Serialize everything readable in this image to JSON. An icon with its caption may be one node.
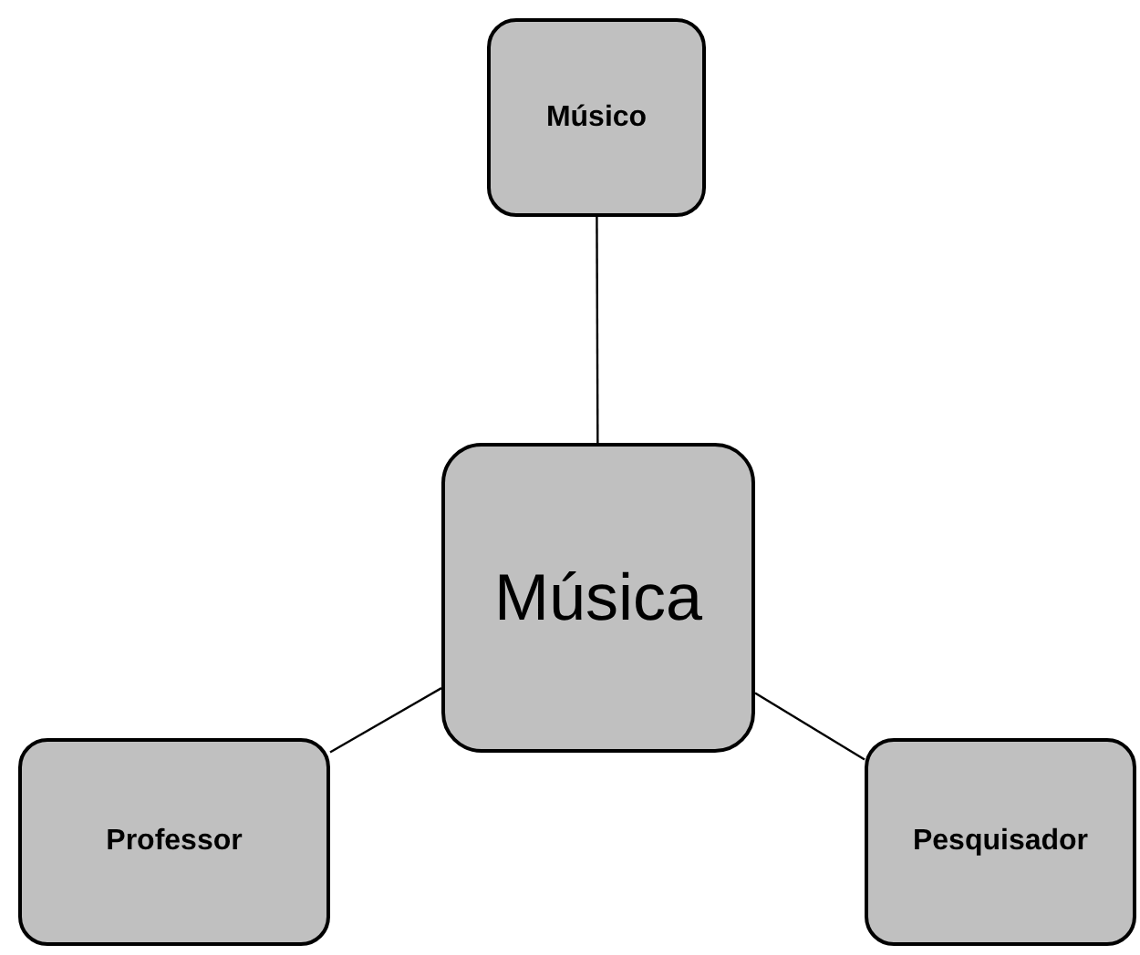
{
  "diagram": {
    "nodes": [
      {
        "text": [
          "Músico"
        ]
      },
      {
        "text": [
          "Música"
        ]
      },
      {
        "text": [
          "Professor"
        ]
      },
      {
        "text": [
          "Pesquisador"
        ]
      }
    ],
    "edges": [
      {
        "from": 0,
        "to": 1,
        "arrow": "none"
      },
      {
        "from": 2,
        "to": 1,
        "arrow": "none"
      },
      {
        "from": 3,
        "to": 1,
        "arrow": "none"
      }
    ]
  }
}
